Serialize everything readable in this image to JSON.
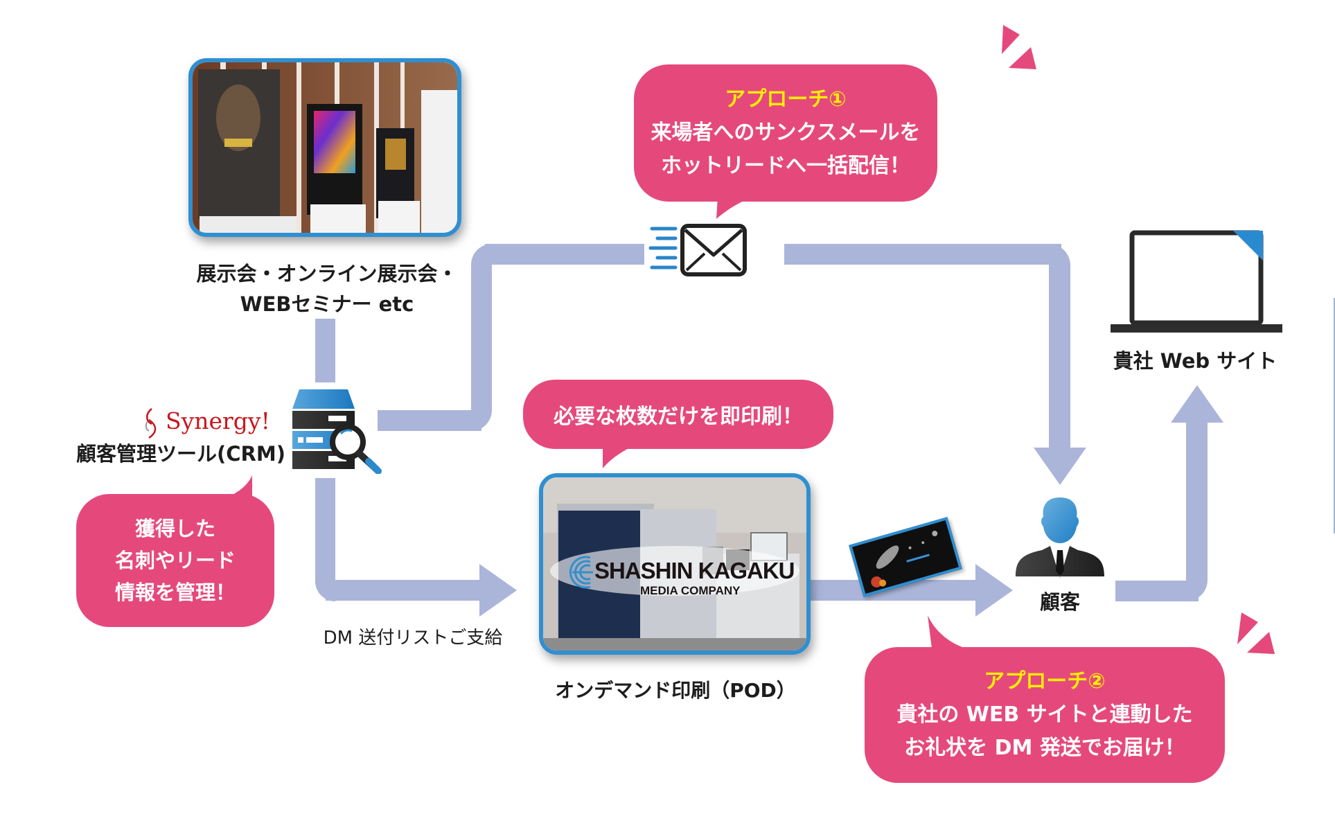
{
  "diagram": {
    "colors": {
      "pipe": "#abb5da",
      "bubble": "#e5497c",
      "bubble_heading": "#ffee00",
      "photo_frame": "#2f8fd1",
      "icon_blue": "#2a8ad0",
      "icon_dark": "#2b2b2b",
      "synergy_red": "#c8161d"
    },
    "nodes": {
      "exhibition": {
        "line1": "展示会・オンライン展示会・",
        "line2": "WEBセミナー etc"
      },
      "crm": {
        "brand": "Synergy!",
        "label": "顧客管理ツール(CRM)"
      },
      "pod": {
        "label": "オンデマンド印刷（POD）",
        "logo_main": "SHASHIN KAGAKU",
        "logo_sub": "MEDIA COMPANY"
      },
      "customer": {
        "label": "顧客"
      },
      "website": {
        "label": "貴社 Web サイト"
      }
    },
    "edge_labels": {
      "dm_list": "DM 送付リストご支給"
    },
    "bubbles": {
      "approach1": {
        "heading": "アプローチ①",
        "line1": "来場者へのサンクスメールを",
        "line2": "ホットリードへ一括配信！"
      },
      "print": {
        "text": "必要な枚数だけを即印刷！"
      },
      "crm_note": {
        "line1": "獲得した",
        "line2": "名刺やリード",
        "line3": "情報を管理！"
      },
      "approach2": {
        "heading": "アプローチ②",
        "line1": "貴社の WEB サイトと連動した",
        "line2": "お礼状を DM 発送でお届け！"
      }
    },
    "icons": {
      "mail": "envelope-icon",
      "crm": "server-search-icon",
      "customer": "person-icon",
      "website": "laptop-icon",
      "postcard": "postcard-image"
    }
  }
}
